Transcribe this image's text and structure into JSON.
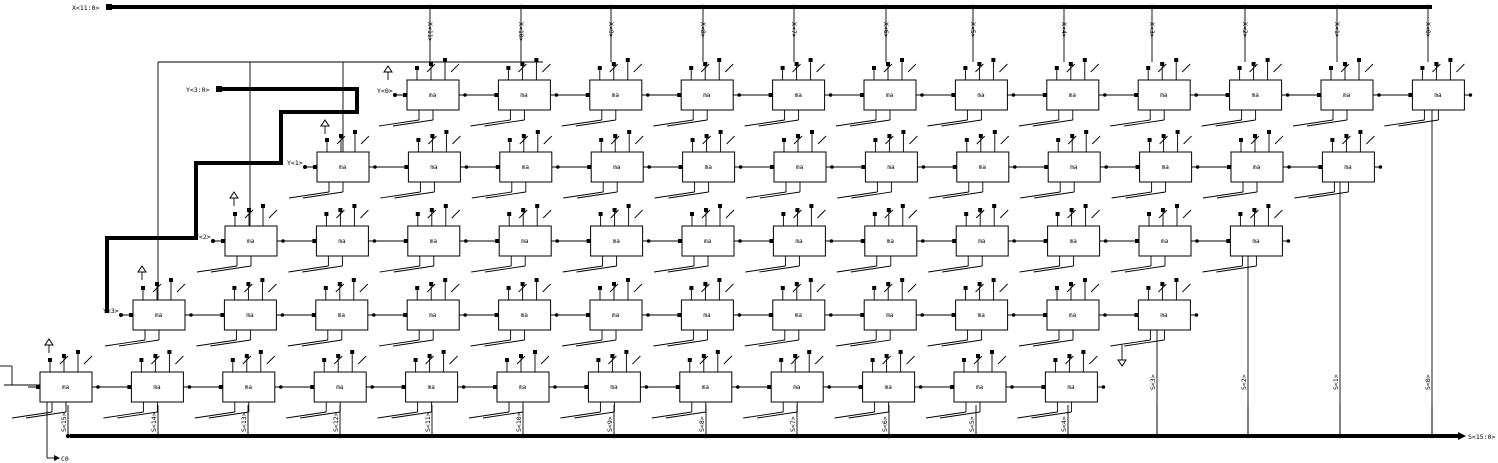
{
  "buses": {
    "x_in": "X<11:0>",
    "y_in": "Y<3:0>",
    "s_out": "S<15:0>",
    "carry_out": "C0"
  },
  "cell_label": "ma",
  "x_bits": [
    "X<11>",
    "X<10>",
    "X<9>",
    "X<8>",
    "X<7>",
    "X<6>",
    "X<5>",
    "X<4>",
    "X<3>",
    "X<2>",
    "X<1>",
    "X<0>"
  ],
  "y_bits": [
    "Y<0>",
    "Y<1>",
    "Y<2>",
    "Y<3>"
  ],
  "s_bits": [
    "S<15>",
    "S<14>",
    "S<13>",
    "S<12>",
    "S<11>",
    "S<10>",
    "S<9>",
    "S<8>",
    "S<7>",
    "S<6>",
    "S<5>",
    "S<4>",
    "S<3>",
    "S<2>",
    "S<1>",
    "S<0>"
  ]
}
